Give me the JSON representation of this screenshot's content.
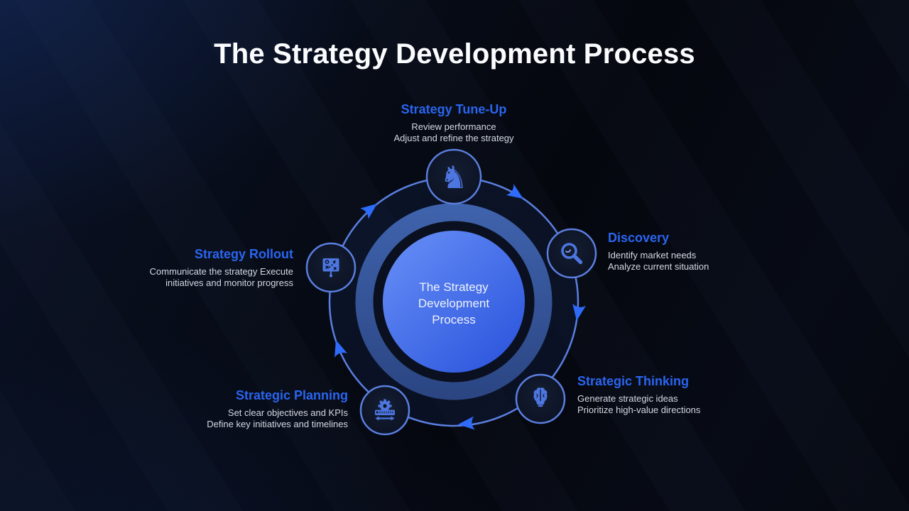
{
  "title": "The Strategy Development Process",
  "center_label": "The Strategy Development Process",
  "steps": [
    {
      "id": "strategy-tune-up",
      "label": "Strategy Tune-Up",
      "line1": "Review performance",
      "line2": "Adjust and refine the strategy",
      "icon": "chess-knight-icon"
    },
    {
      "id": "discovery",
      "label": "Discovery",
      "line1": "Identify market needs",
      "line2": "Analyze current situation",
      "icon": "magnifier-icon"
    },
    {
      "id": "strategic-thinking",
      "label": "Strategic Thinking",
      "line1": "Generate strategic ideas",
      "line2": "Prioritize high-value directions",
      "icon": "brain-bulb-icon"
    },
    {
      "id": "strategic-planning",
      "label": "Strategic Planning",
      "line1": "Set clear objectives and KPIs",
      "line2": "Define key initiatives and timelines",
      "icon": "gear-ruler-icon"
    },
    {
      "id": "strategy-rollout",
      "label": "Strategy Rollout",
      "line1": "Communicate the strategy Execute",
      "line2": "initiatives and monitor progress",
      "icon": "tactics-board-icon"
    }
  ],
  "colors": {
    "heading_accent": "#2a65f0",
    "body_text": "#d3d8e2",
    "title_text": "#fbfcfe",
    "cycle_path": "#5b7fe0",
    "arrow": "#2f6bfa",
    "donut_top": "#3f63ad",
    "donut_bottom": "#2b4582",
    "center_gradient_start": "#6189f4",
    "center_gradient_end": "#2c55dd",
    "icon_blue": "#4d76e0",
    "node_fill": "#0c1322",
    "background": "#05080f"
  },
  "diagram": {
    "direction": "clockwise",
    "node_count": 5
  }
}
